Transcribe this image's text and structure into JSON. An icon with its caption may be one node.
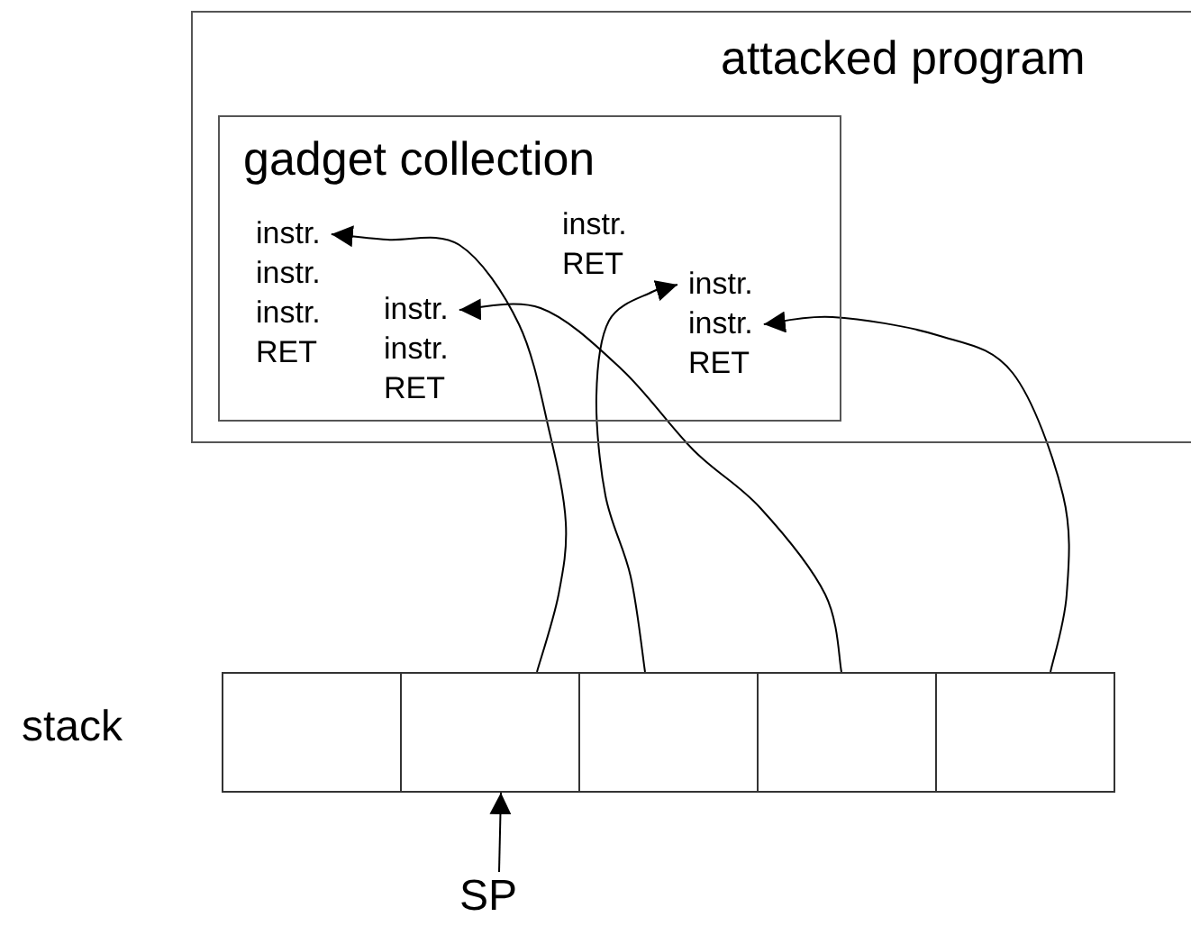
{
  "diagram": {
    "nodes": [
      {
        "text": [
          "attacked program"
        ]
      },
      {
        "text": [
          "gadget collection"
        ],
        "in": 0
      },
      {
        "text": [
          "instr.",
          "instr.",
          "instr.",
          "RET"
        ],
        "in": 1
      },
      {
        "text": [
          "instr.",
          "RET"
        ],
        "in": 1
      },
      {
        "text": [
          "instr.",
          "instr.",
          "RET"
        ],
        "in": 1
      },
      {
        "text": [
          "instr.",
          "instr.",
          "RET"
        ],
        "in": 1
      },
      {
        "text": [],
        "shape": "box"
      },
      {
        "text": [],
        "shape": "box"
      },
      {
        "text": [],
        "shape": "box"
      },
      {
        "text": [],
        "shape": "box"
      },
      {
        "text": [],
        "shape": "box"
      },
      {
        "text": [
          "SP"
        ]
      }
    ],
    "edges": [
      {
        "from": 7,
        "to": 2,
        "arrow": "to"
      },
      {
        "from": 8,
        "to": 5,
        "arrow": "to"
      },
      {
        "from": 9,
        "to": 4,
        "arrow": "to"
      },
      {
        "from": 10,
        "to": 5,
        "arrow": "to"
      },
      {
        "from": 11,
        "to": 7,
        "arrow": "to"
      }
    ],
    "labels": [
      "stack"
    ]
  }
}
